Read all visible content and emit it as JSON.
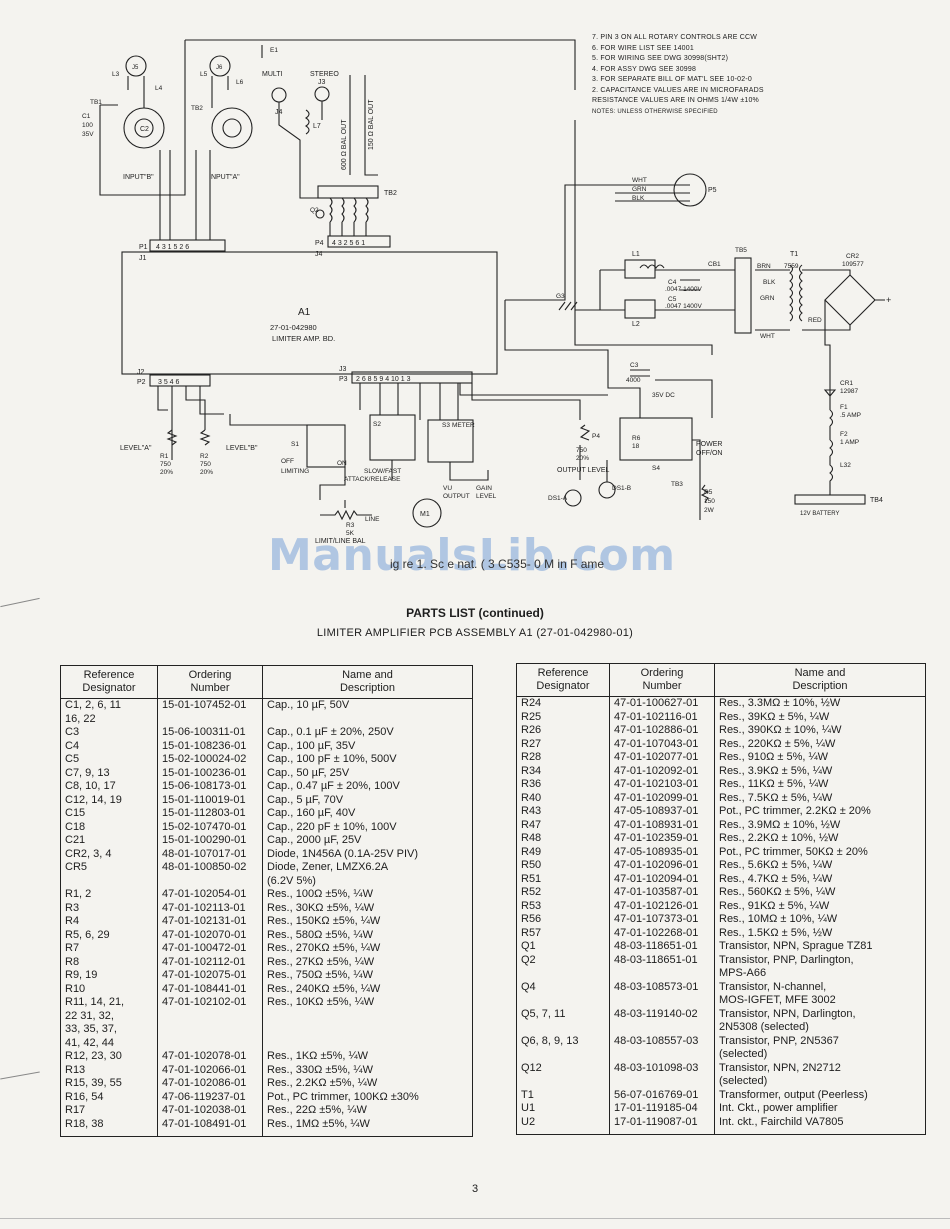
{
  "notes": [
    "7. PIN 3 ON ALL ROTARY CONTROLS ARE CCW",
    "6. FOR WIRE LIST SEE 14001",
    "5. FOR WIRING SEE DWG 30998(SHT2)",
    "4. FOR ASSY DWG SEE 30998",
    "3. FOR SEPARATE BILL OF MAT'L SEE 10-02-0",
    "2. CAPACITANCE VALUES ARE IN MICROFARADS",
    "RESISTANCE VALUES ARE IN OHMS 1/4W ±10%",
    "NOTES: UNLESS OTHERWISE SPECIFIED"
  ],
  "schematic": {
    "a1_title": "A1",
    "a1_part": "27-01-042980",
    "a1_name": "LIMITER AMP. BD.",
    "connectors": {
      "j1": "J1",
      "p1": "P1",
      "p1_pins": "4 3 1 5 2 6",
      "p4": "P4",
      "j4": "J4",
      "p4_pins": "4 3 2 5 6 1",
      "j2": "J2",
      "p2": "P2",
      "p2_pins": "3 5 4 6",
      "j3": "J3",
      "p3": "P3",
      "p3_pins": "2 6 8 5 9 4 10 1 3",
      "tb2": "TB2",
      "tb3": "TB3",
      "tb4": "TB4",
      "tb5": "TB5",
      "p5": "P5"
    },
    "labels": {
      "input_b": "INPUT\"B\"",
      "input_a": "INPUT\"A\"",
      "multi": "MULTI",
      "stereo": "STEREO",
      "j4": "J4",
      "j3": "J3",
      "j5": "J5",
      "j6": "J6",
      "c1": "C1",
      "c1_val": "100",
      "c1_v": "35V",
      "c2": "C2",
      "l3": "L3",
      "l4": "L4",
      "l5": "L5",
      "l6": "L6",
      "l7": "L7",
      "tb1": "TB1",
      "tb2_top": "TB2",
      "e1": "E1",
      "bal_out": "600 Ω BAL OUT",
      "unbal": "150 Ω BAL OUT",
      "q2": "Q2",
      "level_a": "LEVEL\"A\"",
      "level_b": "LEVEL\"B\"",
      "r1": "R1",
      "r1_val": "750",
      "r1_tol": "20%",
      "r2": "R2",
      "r2_val": "750",
      "r2_tol": "20%",
      "s1": "S1",
      "off": "OFF",
      "limiting": "LIMITING",
      "on": "ON",
      "s2": "S2",
      "s3": "S3",
      "meter": "METER",
      "blow_fast": "SLOW/FAST",
      "attack": "ATTACK/RELEASE",
      "vu": "VU",
      "gain": "GAIN",
      "output": "OUTPUT",
      "level": "LEVEL",
      "r3": "R3",
      "r3_val": "5K",
      "line": "LINE",
      "limit_line": "LIMIT/LINE BAL",
      "m1": "M1",
      "p4_pot": "P4",
      "p4_val": "750",
      "p4_tol": "20%",
      "output_level": "OUTPUT LEVEL",
      "ds1a": "DS1-A",
      "ds1b": "DS1-B",
      "r5": "R5",
      "r5_val": "150",
      "r5_w": "2W",
      "r6": "R6",
      "r6_val": "18",
      "s4": "S4",
      "power": "POWER",
      "off_on": "OFF/ON",
      "c3": "C3",
      "c3_val": "4000",
      "c3_v": "35V DC",
      "wht": "WHT",
      "grn": "GRN",
      "blk": "BLK",
      "l1": "L1",
      "l2": "L2",
      "cb1": "CB1",
      "c4": "C4",
      "c4_val": ".0047 1400V",
      "c5": "C5",
      "c5_val": ".0047 1400V",
      "g3": "G3",
      "t1": "T1",
      "t1_part": "7559",
      "brn": "BRN",
      "blk2": "BLK",
      "grn2": "GRN",
      "wht2": "WHT",
      "red": "RED",
      "cr2": "CR2",
      "cr2_part": "109577",
      "cr1": "CR1",
      "cr1_part": "12987",
      "f1": "F1",
      "f1_val": ".5 AMP",
      "f2": "F2",
      "f2_val": "1 AMP",
      "l32": "L32",
      "tb4_label": "12V BATTERY",
      "plus": "+"
    }
  },
  "watermark": "ManualsLib.com",
  "caption": "ig re 1. Sc e nat. ( 3 C535- 0 M in F ame",
  "parts_title": "PARTS LIST (continued)",
  "parts_subtitle": "LIMITER AMPLIFIER PCB ASSEMBLY A1 (27-01-042980-01)",
  "table_headers": {
    "ref_1": "Reference",
    "ref_2": "Designator",
    "ord_1": "Ordering",
    "ord_2": "Number",
    "desc_1": "Name and",
    "desc_2": "Description"
  },
  "left_rows": [
    [
      "C1, 2, 6, 11",
      "15-01-107452-01",
      "Cap., 10 µF, 50V"
    ],
    [
      "16, 22",
      "",
      ""
    ],
    [
      "C3",
      "15-06-100311-01",
      "Cap., 0.1 µF ± 20%, 250V"
    ],
    [
      "C4",
      "15-01-108236-01",
      "Cap., 100 µF, 35V"
    ],
    [
      "C5",
      "15-02-100024-02",
      "Cap., 100 pF ± 10%, 500V"
    ],
    [
      "C7, 9, 13",
      "15-01-100236-01",
      "Cap., 50 µF, 25V"
    ],
    [
      "C8, 10, 17",
      "15-06-108173-01",
      "Cap., 0.47 µF ± 20%, 100V"
    ],
    [
      "C12, 14, 19",
      "15-01-110019-01",
      "Cap., 5 µF, 70V"
    ],
    [
      "C15",
      "15-01-112803-01",
      "Cap., 160 µF, 40V"
    ],
    [
      "C18",
      "15-02-107470-01",
      "Cap., 220 pF ± 10%, 100V"
    ],
    [
      "C21",
      "15-01-100290-01",
      "Cap., 2000 µF, 25V"
    ],
    [
      "CR2, 3, 4",
      "48-01-107017-01",
      "Diode, 1N456A (0.1A-25V PIV)"
    ],
    [
      "CR5",
      "48-01-100850-02",
      "Diode, Zener, LMZX6.2A"
    ],
    [
      "",
      "",
      "(6.2V 5%)"
    ],
    [
      "",
      "",
      ""
    ],
    [
      "R1, 2",
      "47-01-102054-01",
      "Res., 100Ω ±5%, ¼W"
    ],
    [
      "R3",
      "47-01-102113-01",
      "Res., 30KΩ ±5%, ¼W"
    ],
    [
      "R4",
      "47-01-102131-01",
      "Res., 150KΩ ±5%, ¼W"
    ],
    [
      "R5, 6, 29",
      "47-01-102070-01",
      "Res., 580Ω ±5%, ¼W"
    ],
    [
      "R7",
      "47-01-100472-01",
      "Res., 270KΩ ±5%, ¼W"
    ],
    [
      "R8",
      "47-01-102112-01",
      "Res., 27KΩ ±5%, ¼W"
    ],
    [
      "R9, 19",
      "47-01-102075-01",
      "Res., 750Ω ±5%, ¼W"
    ],
    [
      "R10",
      "47-01-108441-01",
      "Res., 240KΩ ±5%, ¼W"
    ],
    [
      "R11, 14, 21,",
      "47-01-102102-01",
      "Res., 10KΩ ±5%, ¼W"
    ],
    [
      "22 31, 32,",
      "",
      ""
    ],
    [
      "33, 35, 37,",
      "",
      ""
    ],
    [
      "41, 42, 44",
      "",
      ""
    ],
    [
      "R12, 23, 30",
      "47-01-102078-01",
      "Res., 1KΩ ±5%, ¼W"
    ],
    [
      "R13",
      "47-01-102066-01",
      "Res., 330Ω ±5%, ¼W"
    ],
    [
      "R15, 39, 55",
      "47-01-102086-01",
      "Res., 2.2KΩ ±5%, ¼W"
    ],
    [
      "R16, 54",
      "47-06-119237-01",
      "Pot., PC trimmer, 100KΩ ±30%"
    ],
    [
      "R17",
      "47-01-102038-01",
      "Res., 22Ω ±5%, ¼W"
    ],
    [
      "R18, 38",
      "47-01-108491-01",
      "Res., 1MΩ ±5%, ¼W"
    ]
  ],
  "right_rows": [
    [
      "R24",
      "47-01-100627-01",
      "Res., 3.3MΩ ± 10%, ½W"
    ],
    [
      "R25",
      "47-01-102116-01",
      "Res., 39KΩ ± 5%, ¼W"
    ],
    [
      "R26",
      "47-01-102886-01",
      "Res., 390KΩ ± 10%, ¼W"
    ],
    [
      "R27",
      "47-01-107043-01",
      "Res., 220KΩ ± 5%, ¼W"
    ],
    [
      "R28",
      "47-01-102077-01",
      "Res., 910Ω ± 5%, ¼W"
    ],
    [
      "R34",
      "47-01-102092-01",
      "Res., 3.9KΩ ± 5%, ¼W"
    ],
    [
      "R36",
      "47-01-102103-01",
      "Res., 11KΩ ± 5%, ¼W"
    ],
    [
      "R40",
      "47-01-102099-01",
      "Res., 7.5KΩ ± 5%, ¼W"
    ],
    [
      "R43",
      "47-05-108937-01",
      "Pot., PC trimmer, 2.2KΩ ± 20%"
    ],
    [
      "R47",
      "47-01-108931-01",
      "Res., 3.9MΩ ± 10%, ½W"
    ],
    [
      "R48",
      "47-01-102359-01",
      "Res., 2.2KΩ ± 10%, ½W"
    ],
    [
      "R49",
      "47-05-108935-01",
      "Pot., PC trimmer, 50KΩ ± 20%"
    ],
    [
      "R50",
      "47-01-102096-01",
      "Res., 5.6KΩ ± 5%, ¼W"
    ],
    [
      "R51",
      "47-01-102094-01",
      "Res., 4.7KΩ ± 5%, ¼W"
    ],
    [
      "R52",
      "47-01-103587-01",
      "Res., 560KΩ ± 5%, ¼W"
    ],
    [
      "R53",
      "47-01-102126-01",
      "Res., 91KΩ ± 5%, ¼W"
    ],
    [
      "R56",
      "47-01-107373-01",
      "Res., 10MΩ ± 10%, ¼W"
    ],
    [
      "R57",
      "47-01-102268-01",
      "Res., 1.5KΩ ± 5%, ½W"
    ],
    [
      "Q1",
      "48-03-118651-01",
      "Transistor, NPN, Sprague TZ81"
    ],
    [
      "Q2",
      "48-03-118651-01",
      "Transistor, PNP, Darlington,"
    ],
    [
      "",
      "",
      "MPS-A66"
    ],
    [
      "Q4",
      "48-03-108573-01",
      "Transistor, N-channel,"
    ],
    [
      "",
      "",
      "MOS-IGFET, MFE 3002"
    ],
    [
      "Q5, 7, 11",
      "48-03-119140-02",
      "Transistor, NPN, Darlington,"
    ],
    [
      "",
      "",
      "2N5308 (selected)"
    ],
    [
      "Q6, 8, 9, 13",
      "48-03-108557-03",
      "Transistor, PNP, 2N5367"
    ],
    [
      "",
      "",
      "(selected)"
    ],
    [
      "Q12",
      "48-03-101098-03",
      "Transistor, NPN, 2N2712"
    ],
    [
      "",
      "",
      "(selected)"
    ],
    [
      "T1",
      "56-07-016769-01",
      "Transformer, output (Peerless)"
    ],
    [
      "U1",
      "17-01-119185-04",
      "Int. Ckt., power amplifier"
    ],
    [
      "U2",
      "17-01-119087-01",
      "Int. ckt., Fairchild VA7805"
    ]
  ],
  "page_number": "3"
}
